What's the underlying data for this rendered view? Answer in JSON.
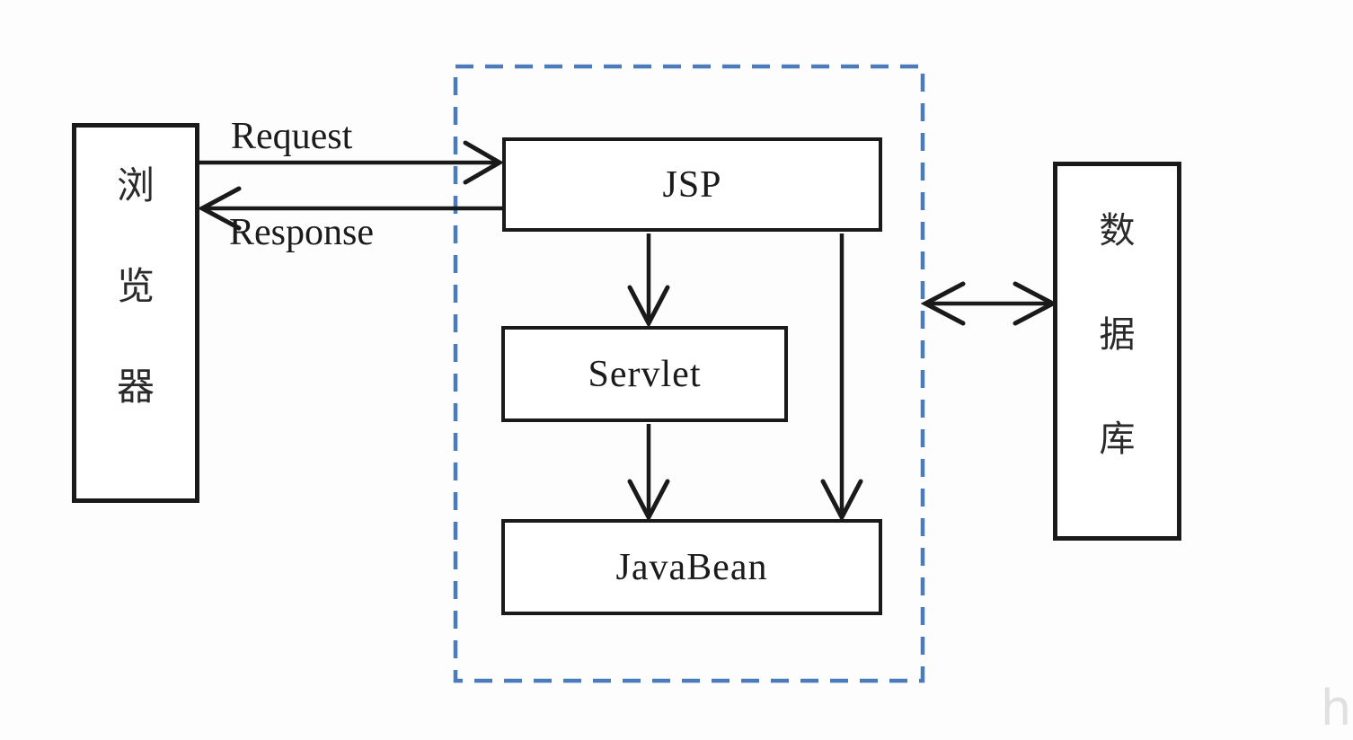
{
  "nodes": {
    "browser": {
      "label": "浏览器",
      "chars": [
        "浏",
        "览",
        "器"
      ]
    },
    "jsp": {
      "label": "JSP"
    },
    "servlet": {
      "label": "Servlet"
    },
    "javabean": {
      "label": "JavaBean"
    },
    "database": {
      "label": "数据库",
      "chars": [
        "数",
        "据",
        "库"
      ]
    }
  },
  "edges": {
    "request": {
      "label": "Request"
    },
    "response": {
      "label": "Response"
    }
  },
  "watermark": "h",
  "colors": {
    "line": "#1a1a1a",
    "dashed_border": "#4a7cbb",
    "watermark": "#e0e0e0",
    "background": "#fdfdfd"
  }
}
